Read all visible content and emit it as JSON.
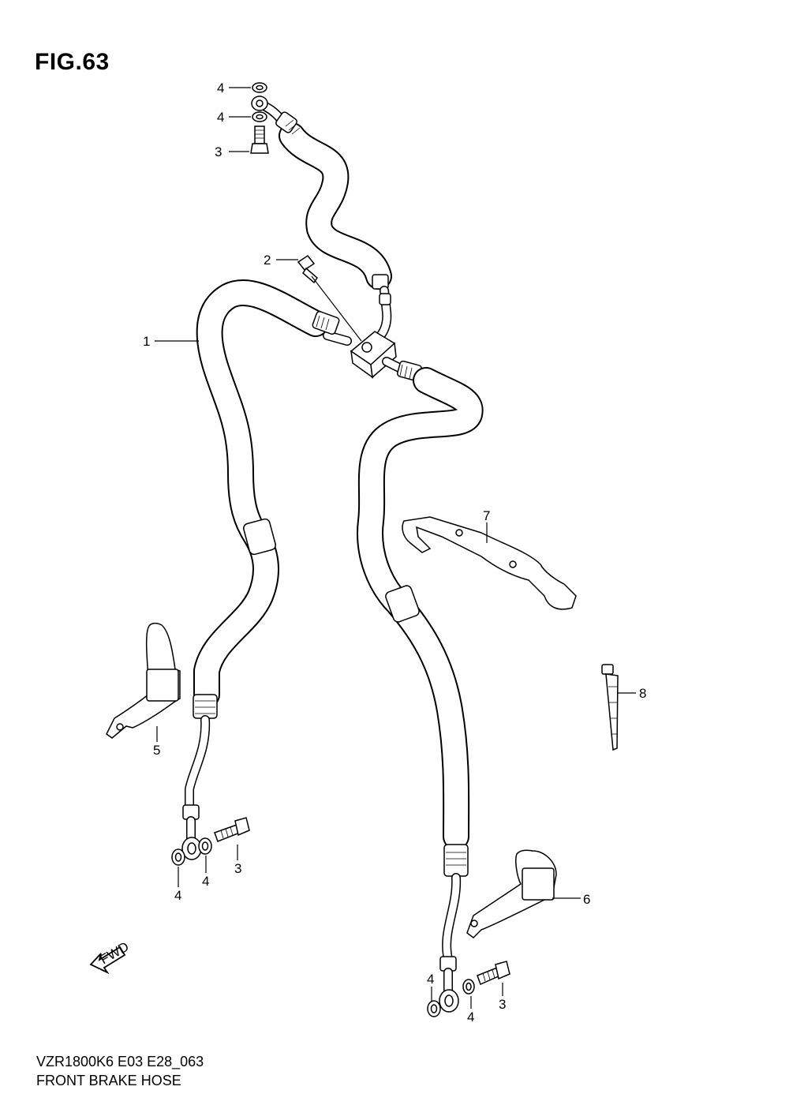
{
  "figure": {
    "title": "FIG.63",
    "code": "VZR1800K6 E03 E28_063",
    "name": "FRONT BRAKE HOSE"
  },
  "fwd_label": "FWD",
  "callouts": [
    {
      "id": "c-4a",
      "label": "4"
    },
    {
      "id": "c-4b",
      "label": "4"
    },
    {
      "id": "c-3a",
      "label": "3"
    },
    {
      "id": "c-2",
      "label": "2"
    },
    {
      "id": "c-1",
      "label": "1"
    },
    {
      "id": "c-7",
      "label": "7"
    },
    {
      "id": "c-8",
      "label": "8"
    },
    {
      "id": "c-5",
      "label": "5"
    },
    {
      "id": "c-3b",
      "label": "3"
    },
    {
      "id": "c-4c",
      "label": "4"
    },
    {
      "id": "c-4d",
      "label": "4"
    },
    {
      "id": "c-6",
      "label": "6"
    },
    {
      "id": "c-4e",
      "label": "4"
    },
    {
      "id": "c-4f",
      "label": "4"
    },
    {
      "id": "c-3c",
      "label": "3"
    }
  ]
}
